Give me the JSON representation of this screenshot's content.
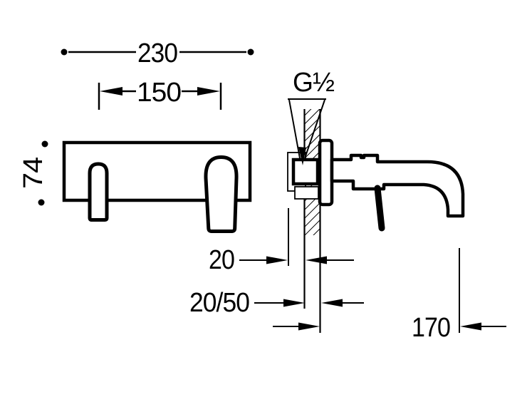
{
  "drawing": {
    "background_color": "#ffffff",
    "line_color": "#000000",
    "labels": {
      "overall_width": "230",
      "centers_width": "150",
      "plate_height": "74",
      "thread": "G½",
      "depth_front": "20",
      "depth_range": "20/50",
      "spout_reach": "170"
    }
  }
}
